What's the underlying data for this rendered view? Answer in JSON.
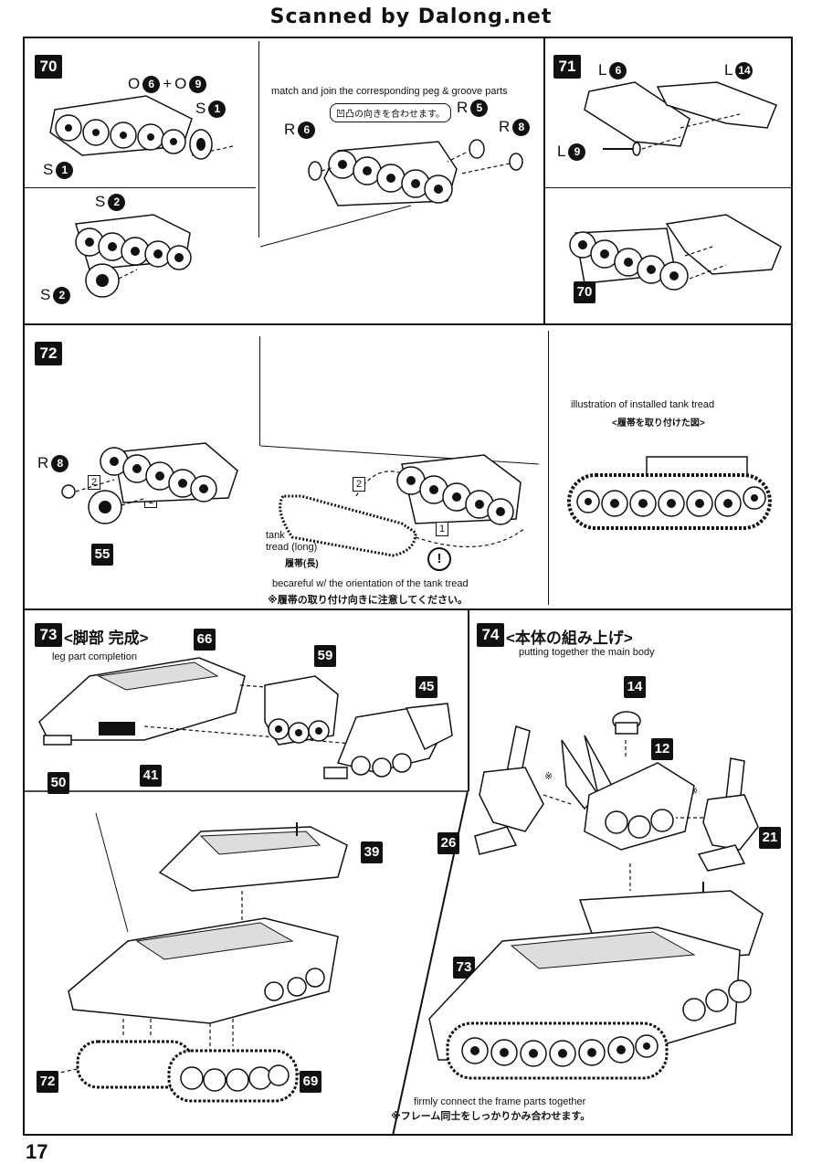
{
  "header": "Scanned by Dalong.net",
  "page_number": "17",
  "steps": {
    "s70": {
      "badge": "70",
      "label_o": "O",
      "o6": "6",
      "plus": "+",
      "o9": "9",
      "label_s": "S",
      "s1": "1",
      "s2": "2",
      "caption_en": "match and join the corresponding peg & groove parts",
      "bubble_jp": "凹凸の向きを合わせます。",
      "label_r": "R",
      "r6": "6",
      "r5": "5",
      "r8": "8"
    },
    "s71": {
      "badge": "71",
      "label_l": "L",
      "l6": "6",
      "l14": "14",
      "l9": "9",
      "ref70": "70"
    },
    "s72": {
      "badge": "72",
      "label_r": "R",
      "r8": "8",
      "box1": "1",
      "box2": "2",
      "ref55": "55",
      "tread_en_1": "tank",
      "tread_en_2": "tread (long)",
      "tread_jp": "履帯(長)",
      "caution_mark": "!",
      "caution_en": "becareful w/ the orientation of the tank tread",
      "caution_jp": "※履帯の取り付け向きに注意してください。",
      "installed_en": "illustration of installed tank tread",
      "installed_jp": "<履帯を取り付けた図>"
    },
    "s73": {
      "badge": "73",
      "title_jp": "<脚部 完成>",
      "subtitle_en": "leg part completion",
      "p66": "66",
      "p59": "59",
      "p45": "45",
      "p50": "50",
      "p41": "41",
      "p39": "39",
      "p72": "72",
      "p69": "69"
    },
    "s74": {
      "badge": "74",
      "title_jp": "<本体の組み上げ>",
      "subtitle_en": "putting together the main body",
      "p14": "14",
      "p12": "12",
      "p26": "26",
      "p21": "21",
      "p73": "73",
      "note_mark": "※",
      "note_en": "firmly connect the frame parts together",
      "note_jp": "※フレーム同士をしっかりかみ合わせます。"
    }
  }
}
